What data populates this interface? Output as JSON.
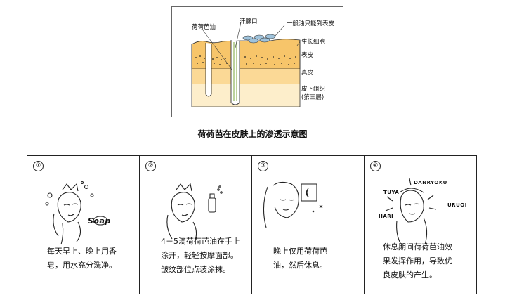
{
  "diagram": {
    "caption": "荷荷芭在皮肤上的渗透示意图",
    "labels": {
      "jojoba": "荷荷芭油",
      "pore": "汗腺口",
      "general_oil": "一般油只能到表皮",
      "growth_cells": "生长细胞",
      "epidermis": "表皮",
      "dermis": "真皮",
      "subcutaneous_1": "皮下组织",
      "subcutaneous_2": "(第三层)"
    },
    "colors": {
      "epidermis": "#f7c56a",
      "dermis": "#fbd996",
      "subcutaneous": "#fdeecb",
      "oil_drop": "#9fc3dc"
    }
  },
  "steps": [
    {
      "number": "①",
      "line1": "每天早上、晚上用香",
      "line2": "皂，用水充分洗净。",
      "soap_text": "Soap"
    },
    {
      "number": "②",
      "line1": "4－5滴荷荷芭油在手上",
      "line2": "涂开，轻轻按摩面部。",
      "line3": "皱纹部位点装涂抹。"
    },
    {
      "number": "③",
      "line1": "晚上仅用荷荷芭",
      "line2": "油，然后休息。"
    },
    {
      "number": "④",
      "line1": "休息期间荷荷芭油效",
      "line2": "果发挥作用，导致优",
      "line3": "良皮肤的产生。",
      "words": [
        "TUYA",
        "DANRYOKU",
        "URUOI",
        "HARI"
      ]
    }
  ]
}
